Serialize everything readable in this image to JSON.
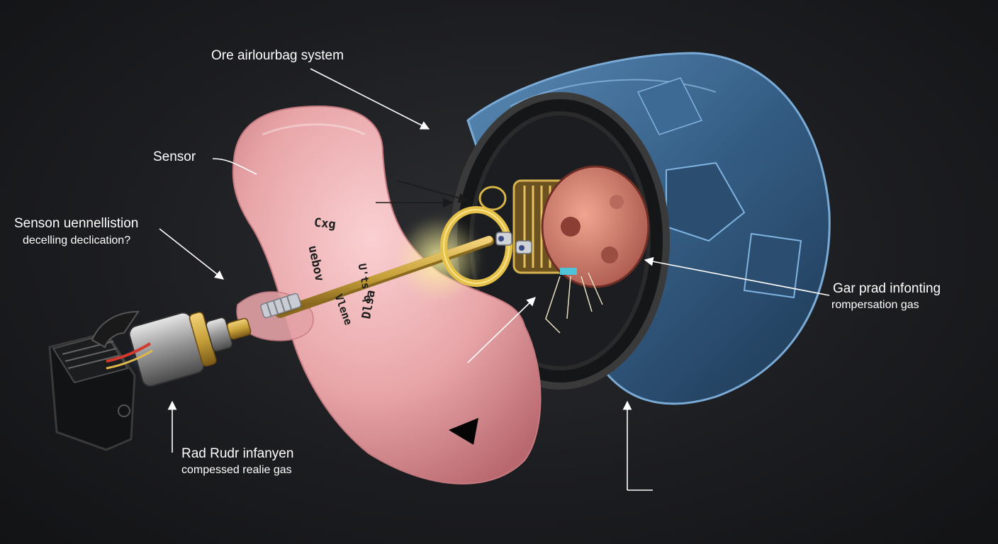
{
  "labels": {
    "system": "Ore airlourbag system",
    "sensor": "Sensor",
    "sensor_title": "Senson uennellistion",
    "sensor_sub": "decelling declication?",
    "gas_title": "Gar prad infonting",
    "gas_sub": "rompersation gas",
    "inflator_title": "Rad Rudr infanyen",
    "inflator_sub": "compessed realie gas"
  },
  "bag_text": {
    "t1": "Cxg",
    "t2": "uebov",
    "t3": "U'ts'q",
    "t4": "Dlsa",
    "t5": "Vlene"
  },
  "colors": {
    "background": "#1c1d20",
    "bag_pink": "#e8a5a8",
    "housing_blue": "#3f6f9a",
    "brass": "#c8a23a",
    "text": "#ffffff"
  }
}
